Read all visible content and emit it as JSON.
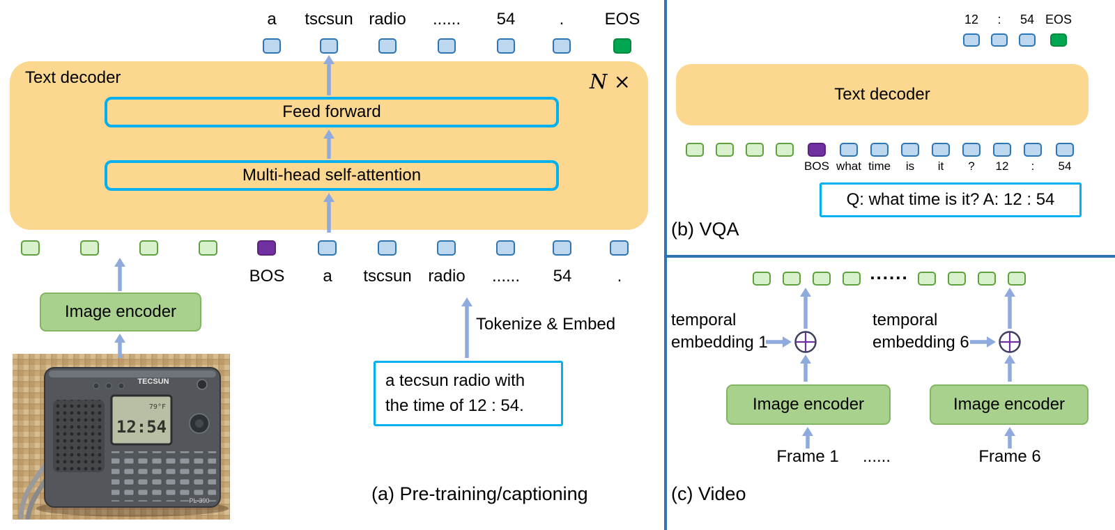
{
  "colors": {
    "decoder_fill": "#FBD78F",
    "token_blue_fill": "#BDD7EE",
    "token_blue_border": "#2E75B6",
    "token_green_fill": "#D8F0CC",
    "token_green_border": "#5FA13E",
    "token_eos_fill": "#00A651",
    "token_eos_border": "#008A3E",
    "token_bos_fill": "#7030A0",
    "token_bos_border": "#5A2180",
    "cyan_border": "#00B0F0",
    "encoder_fill": "#A9D18E",
    "encoder_border": "#82B561",
    "arrow": "#8FAADC",
    "divider": "#2E75B6"
  },
  "panel_a": {
    "caption": "(a) Pre-training/captioning",
    "decoder": {
      "label": "Text decoder",
      "repeat": "N ×"
    },
    "feed_forward_label": "Feed forward",
    "self_attention_label": "Multi-head self-attention",
    "output_token_labels": [
      "a",
      "tscsun",
      "radio",
      "......",
      "54",
      ".",
      "EOS"
    ],
    "input_token_labels": [
      "BOS",
      "a",
      "tscsun",
      "radio",
      "......",
      "54",
      "."
    ],
    "image_encoder_label": "Image encoder",
    "tokenize_label": "Tokenize & Embed",
    "caption_box": {
      "line1": "a tecsun radio with",
      "line2": "the time of 12 : 54."
    },
    "radio_display": {
      "brand": "TECSUN",
      "temp": "79°F",
      "time": "12:54",
      "model": "PL-390"
    }
  },
  "panel_b": {
    "caption": "(b) VQA",
    "decoder_label": "Text decoder",
    "output_token_labels": [
      "12",
      ":",
      "54",
      "EOS"
    ],
    "input_token_labels": [
      "BOS",
      "what",
      "time",
      "is",
      "it",
      "?",
      "12",
      ":",
      "54"
    ],
    "qa_box": "Q: what time is it? A: 12 : 54"
  },
  "panel_c": {
    "caption": "(c) Video",
    "tokens_ellipsis": "......",
    "temporal_1": {
      "line1": "temporal",
      "line2": "embedding 1"
    },
    "temporal_6": {
      "line1": "temporal",
      "line2": "embedding 6"
    },
    "encoder_label": "Image encoder",
    "frame_1": "Frame 1",
    "frames_ellipsis": "......",
    "frame_6": "Frame 6"
  }
}
